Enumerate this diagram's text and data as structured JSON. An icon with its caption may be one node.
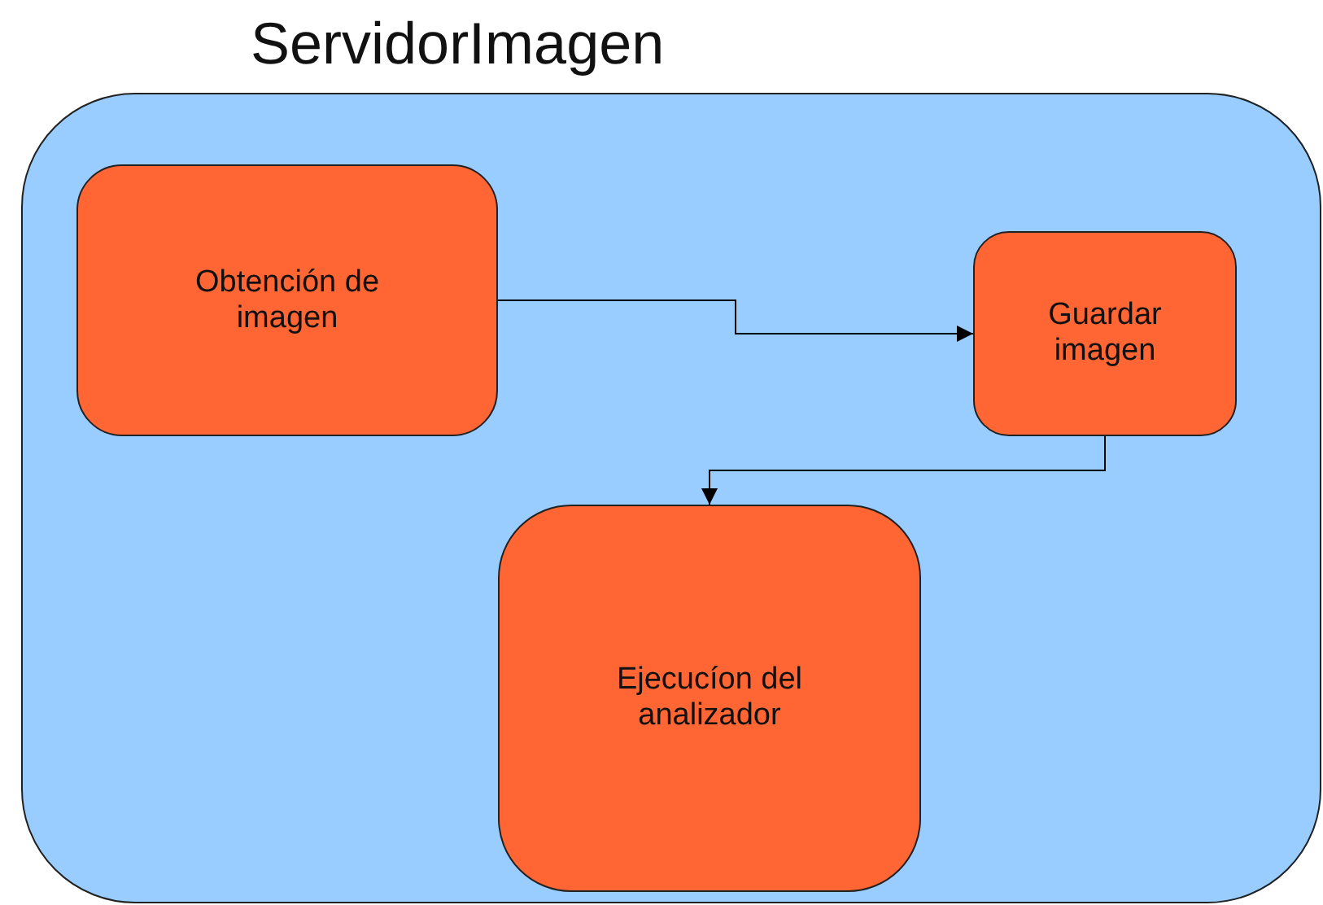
{
  "diagram": {
    "nodes": [
      {
        "text": [
          "ServidorImagen"
        ]
      },
      {
        "text": [
          "Obtención de imagen"
        ],
        "in": 0
      },
      {
        "text": [
          "Guardar imagen"
        ],
        "in": 0
      },
      {
        "text": [
          "Ejecucíon del analizador"
        ],
        "in": 0
      }
    ],
    "edges": [
      {
        "from": 1,
        "to": 2,
        "arrow": "to"
      },
      {
        "from": 2,
        "to": 3,
        "arrow": "to"
      }
    ]
  }
}
